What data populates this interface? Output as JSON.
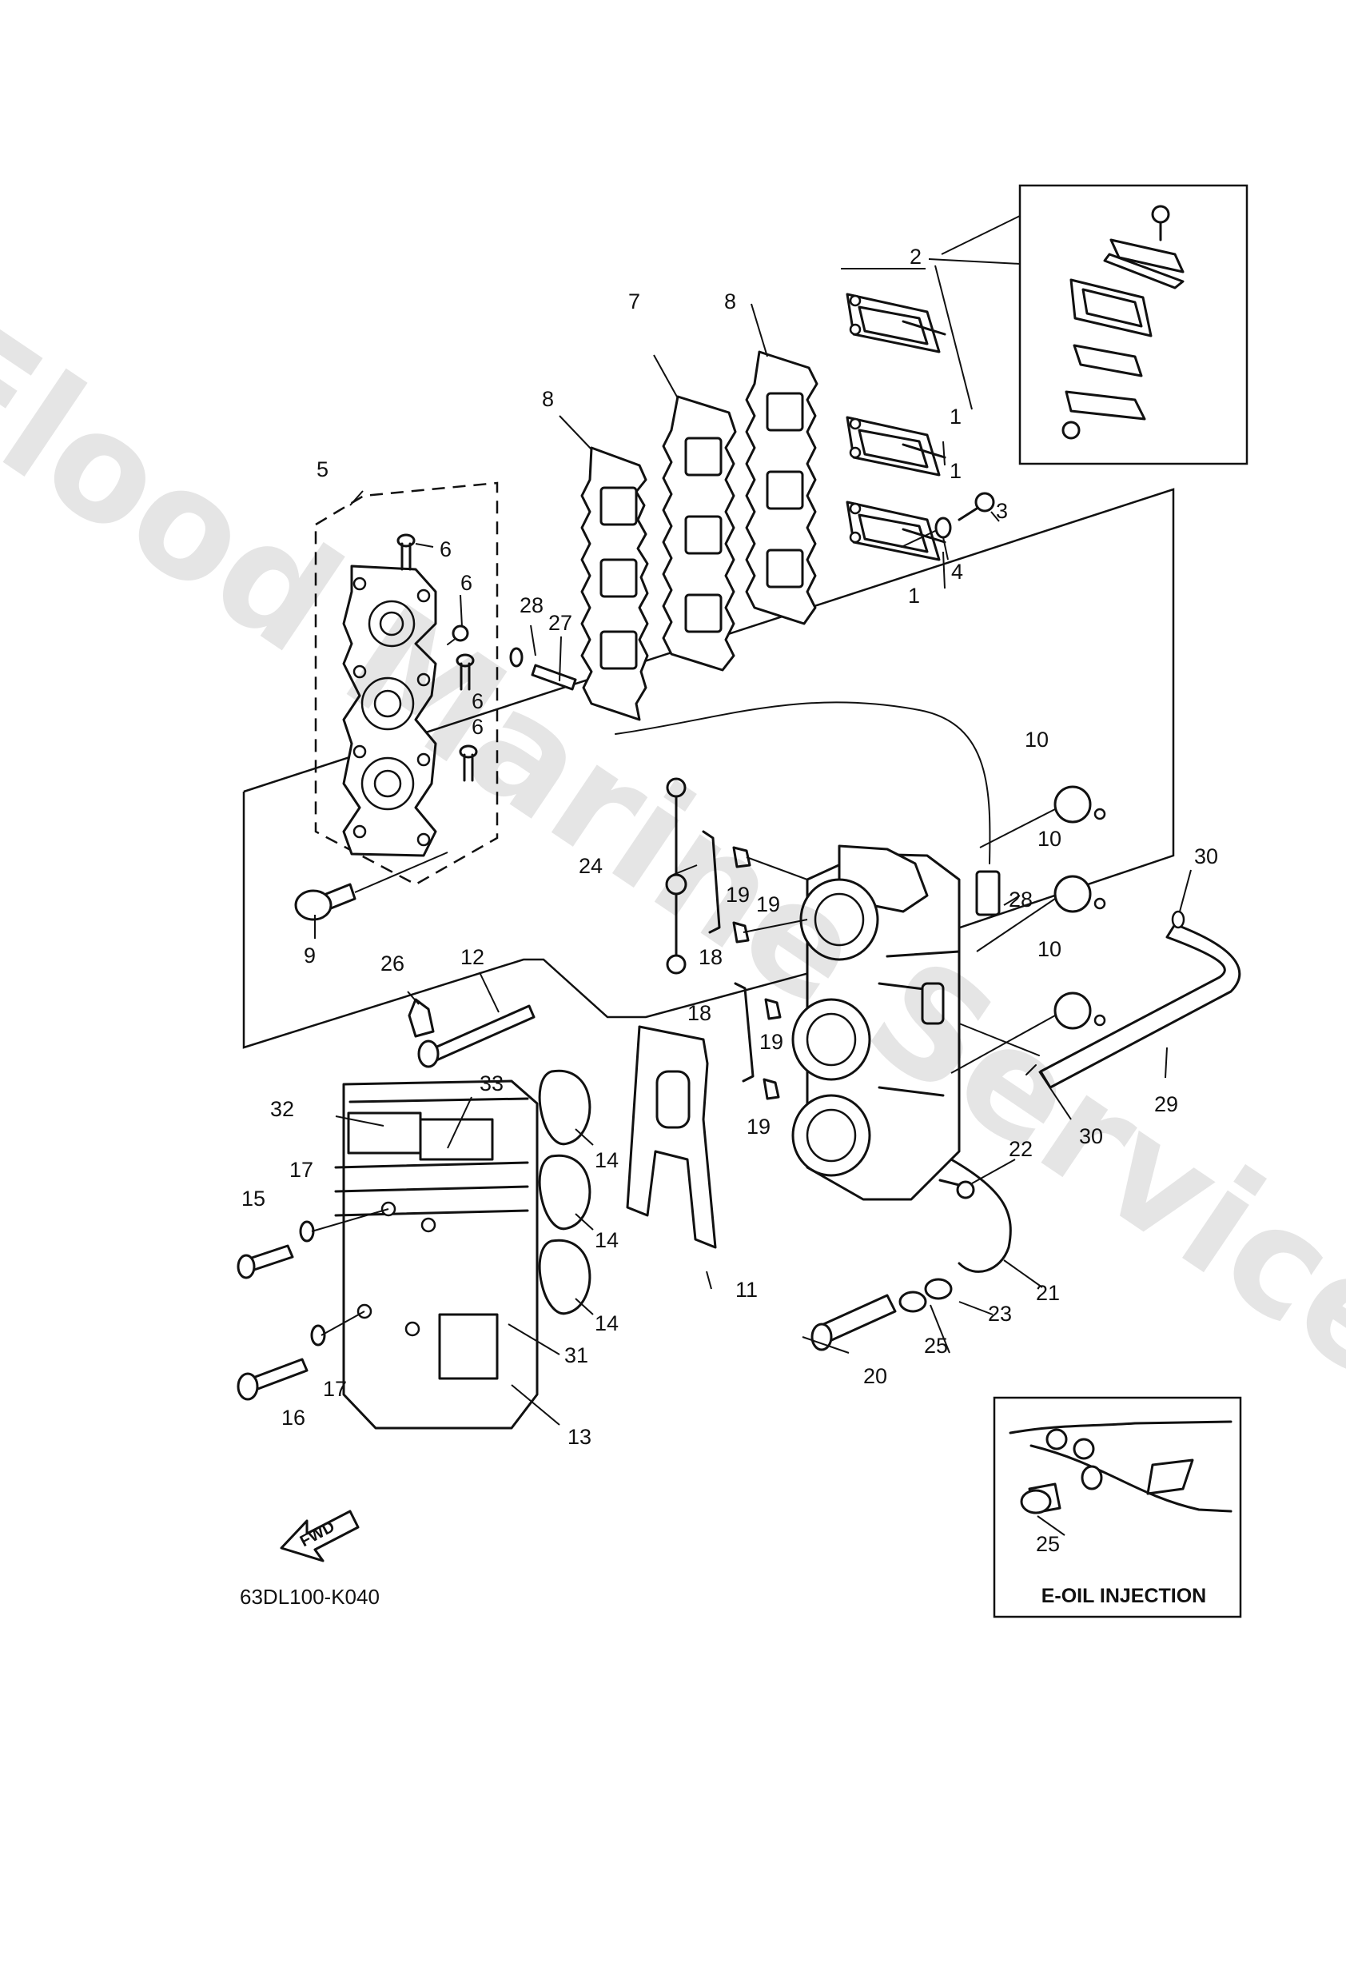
{
  "watermark": "Flood Marine Services",
  "drawing_code": "63DL100-K040",
  "inset_label": "E-OIL INJECTION",
  "fwd_label": "FWD",
  "callouts": {
    "c1a": "1",
    "c1b": "1",
    "c1c": "1",
    "c2": "2",
    "c3": "3",
    "c4": "4",
    "c5": "5",
    "c6a": "6",
    "c6b": "6",
    "c6c": "6",
    "c6d": "6",
    "c7": "7",
    "c8a": "8",
    "c8b": "8",
    "c9": "9",
    "c10a": "10",
    "c10b": "10",
    "c10c": "10",
    "c11": "11",
    "c12": "12",
    "c13": "13",
    "c14a": "14",
    "c14b": "14",
    "c14c": "14",
    "c15": "15",
    "c16": "16",
    "c17a": "17",
    "c17b": "17",
    "c18a": "18",
    "c18b": "18",
    "c19a": "19",
    "c19b": "19",
    "c19c": "19",
    "c19d": "19",
    "c20": "20",
    "c21": "21",
    "c22": "22",
    "c23": "23",
    "c24": "24",
    "c25a": "25",
    "c25b": "25",
    "c26": "26",
    "c27": "27",
    "c28a": "28",
    "c28b": "28",
    "c29": "29",
    "c30a": "30",
    "c30b": "30",
    "c31": "31",
    "c32": "32",
    "c33": "33"
  }
}
